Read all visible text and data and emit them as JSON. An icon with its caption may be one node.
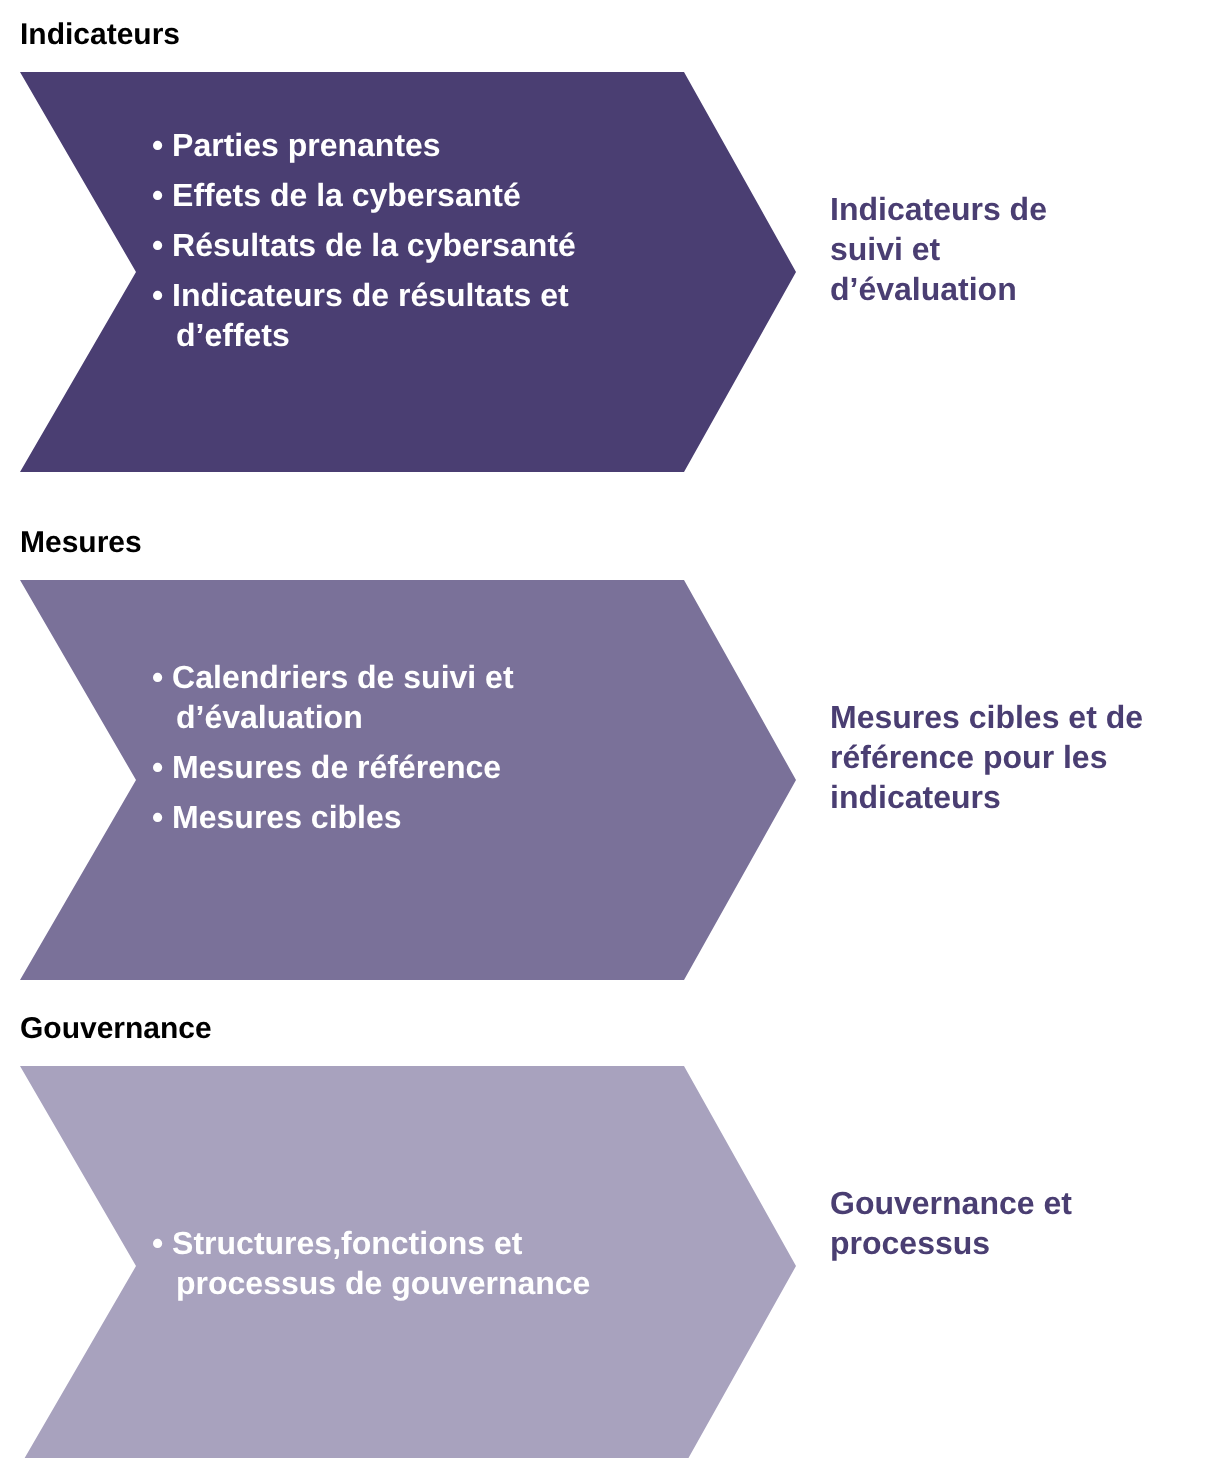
{
  "diagram": {
    "nodes": [
      {
        "text": [
          "Indicateurs",
          "• Parties prenantes",
          "• Effets de la cybersanté",
          "• Résultats de la cybersanté",
          "• Indicateurs de résultats et d’effets"
        ],
        "beside": [
          "Indicateurs de suivi et d’évaluation"
        ]
      },
      {
        "text": [
          "Mesures",
          "• Calendriers de suivi et d’évaluation",
          "• Mesures de référence",
          "• Mesures cibles"
        ],
        "beside": [
          "Mesures cibles et de référence pour les indicateurs"
        ]
      },
      {
        "text": [
          "Gouvernance",
          "• Structures,fonctions et processus de gouvernance"
        ],
        "beside": [
          "Gouvernance et processus"
        ]
      }
    ]
  }
}
